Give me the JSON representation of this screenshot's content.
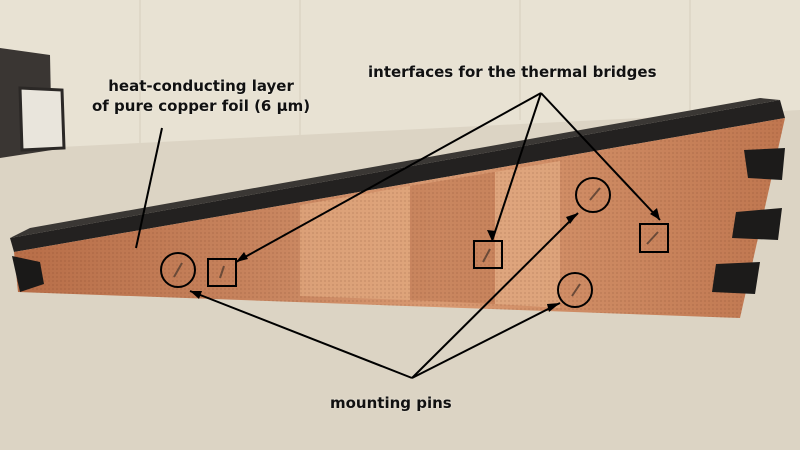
{
  "annotations": {
    "heat_layer_line1": "heat-conducting layer",
    "heat_layer_line2": "of pure copper foil (6 µm)",
    "interfaces": "interfaces for the thermal bridges",
    "mounting_pins": "mounting pins"
  },
  "colors": {
    "copper": "#c47c55",
    "copper_light": "#e2a57c",
    "frame": "#1f1d1c",
    "wall": "#e6dfcf",
    "table": "#d8d0c0"
  }
}
